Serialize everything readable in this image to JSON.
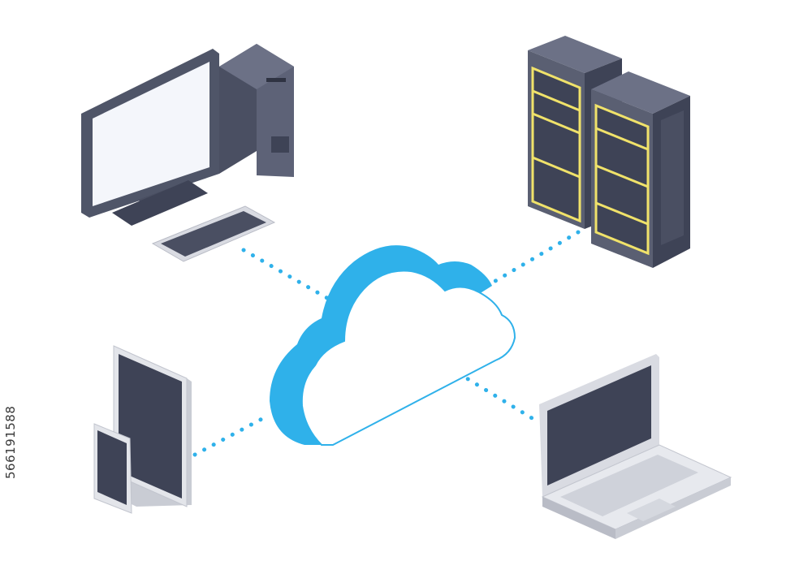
{
  "stock_id": "566191588",
  "colors": {
    "cloud_accent": "#2fb1ea",
    "cloud_outline": "#2fb1ea",
    "connector": "#2fb1ea",
    "device_dark": "#3e4356",
    "device_body": "#5a5f72",
    "rack_highlight": "#f0e26a",
    "screen_light": "#f4f6fb",
    "device_silver": "#d9dbe2"
  },
  "nodes": [
    {
      "id": "desktop",
      "icon": "desktop-computer-icon"
    },
    {
      "id": "servers",
      "icon": "server-rack-icon"
    },
    {
      "id": "tablets",
      "icon": "tablet-phone-icon"
    },
    {
      "id": "laptop",
      "icon": "laptop-icon"
    },
    {
      "id": "cloud",
      "icon": "cloud-icon"
    }
  ],
  "connections": [
    {
      "from": "desktop",
      "to": "cloud"
    },
    {
      "from": "servers",
      "to": "cloud"
    },
    {
      "from": "tablets",
      "to": "cloud"
    },
    {
      "from": "laptop",
      "to": "cloud"
    }
  ]
}
